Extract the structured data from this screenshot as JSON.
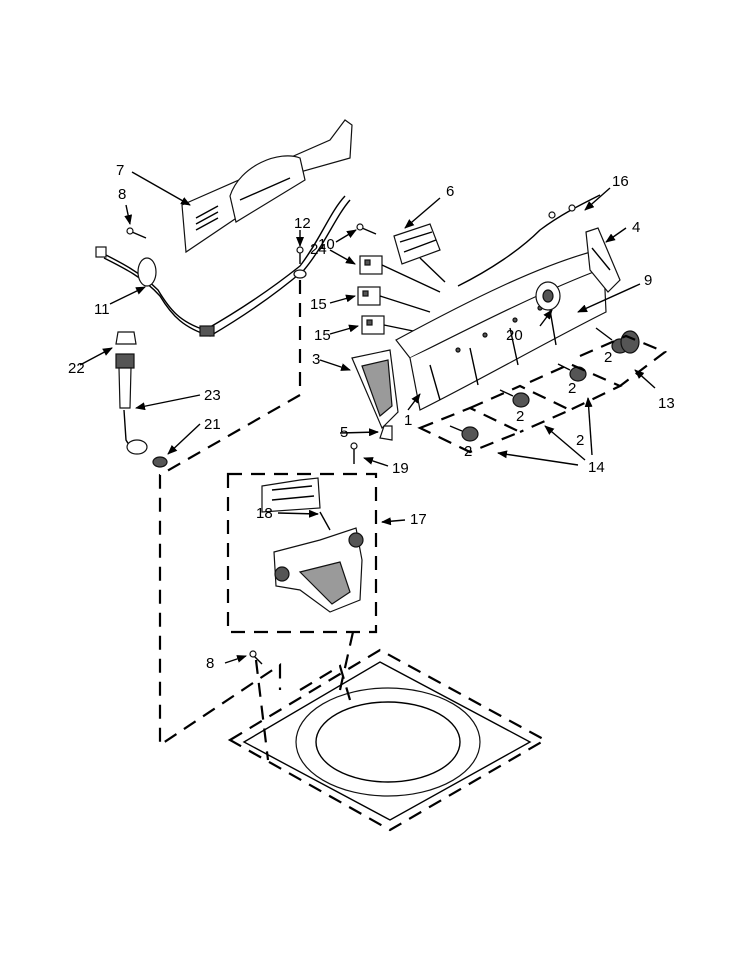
{
  "diagram": {
    "callouts": {
      "p1": "1",
      "p2a": "2",
      "p2b": "2",
      "p2c": "2",
      "p2d": "2",
      "p2e": "2",
      "p3": "3",
      "p4": "4",
      "p5": "5",
      "p6": "6",
      "p7": "7",
      "p8a": "8",
      "p8b": "8",
      "p9": "9",
      "p10": "10",
      "p11": "11",
      "p12": "12",
      "p13": "13",
      "p14": "14",
      "p15a": "15",
      "p15b": "15",
      "p16": "16",
      "p17": "17",
      "p18": "18",
      "p19": "19",
      "p20": "20",
      "p21": "21",
      "p22": "22",
      "p23": "23",
      "p24": "24"
    }
  }
}
